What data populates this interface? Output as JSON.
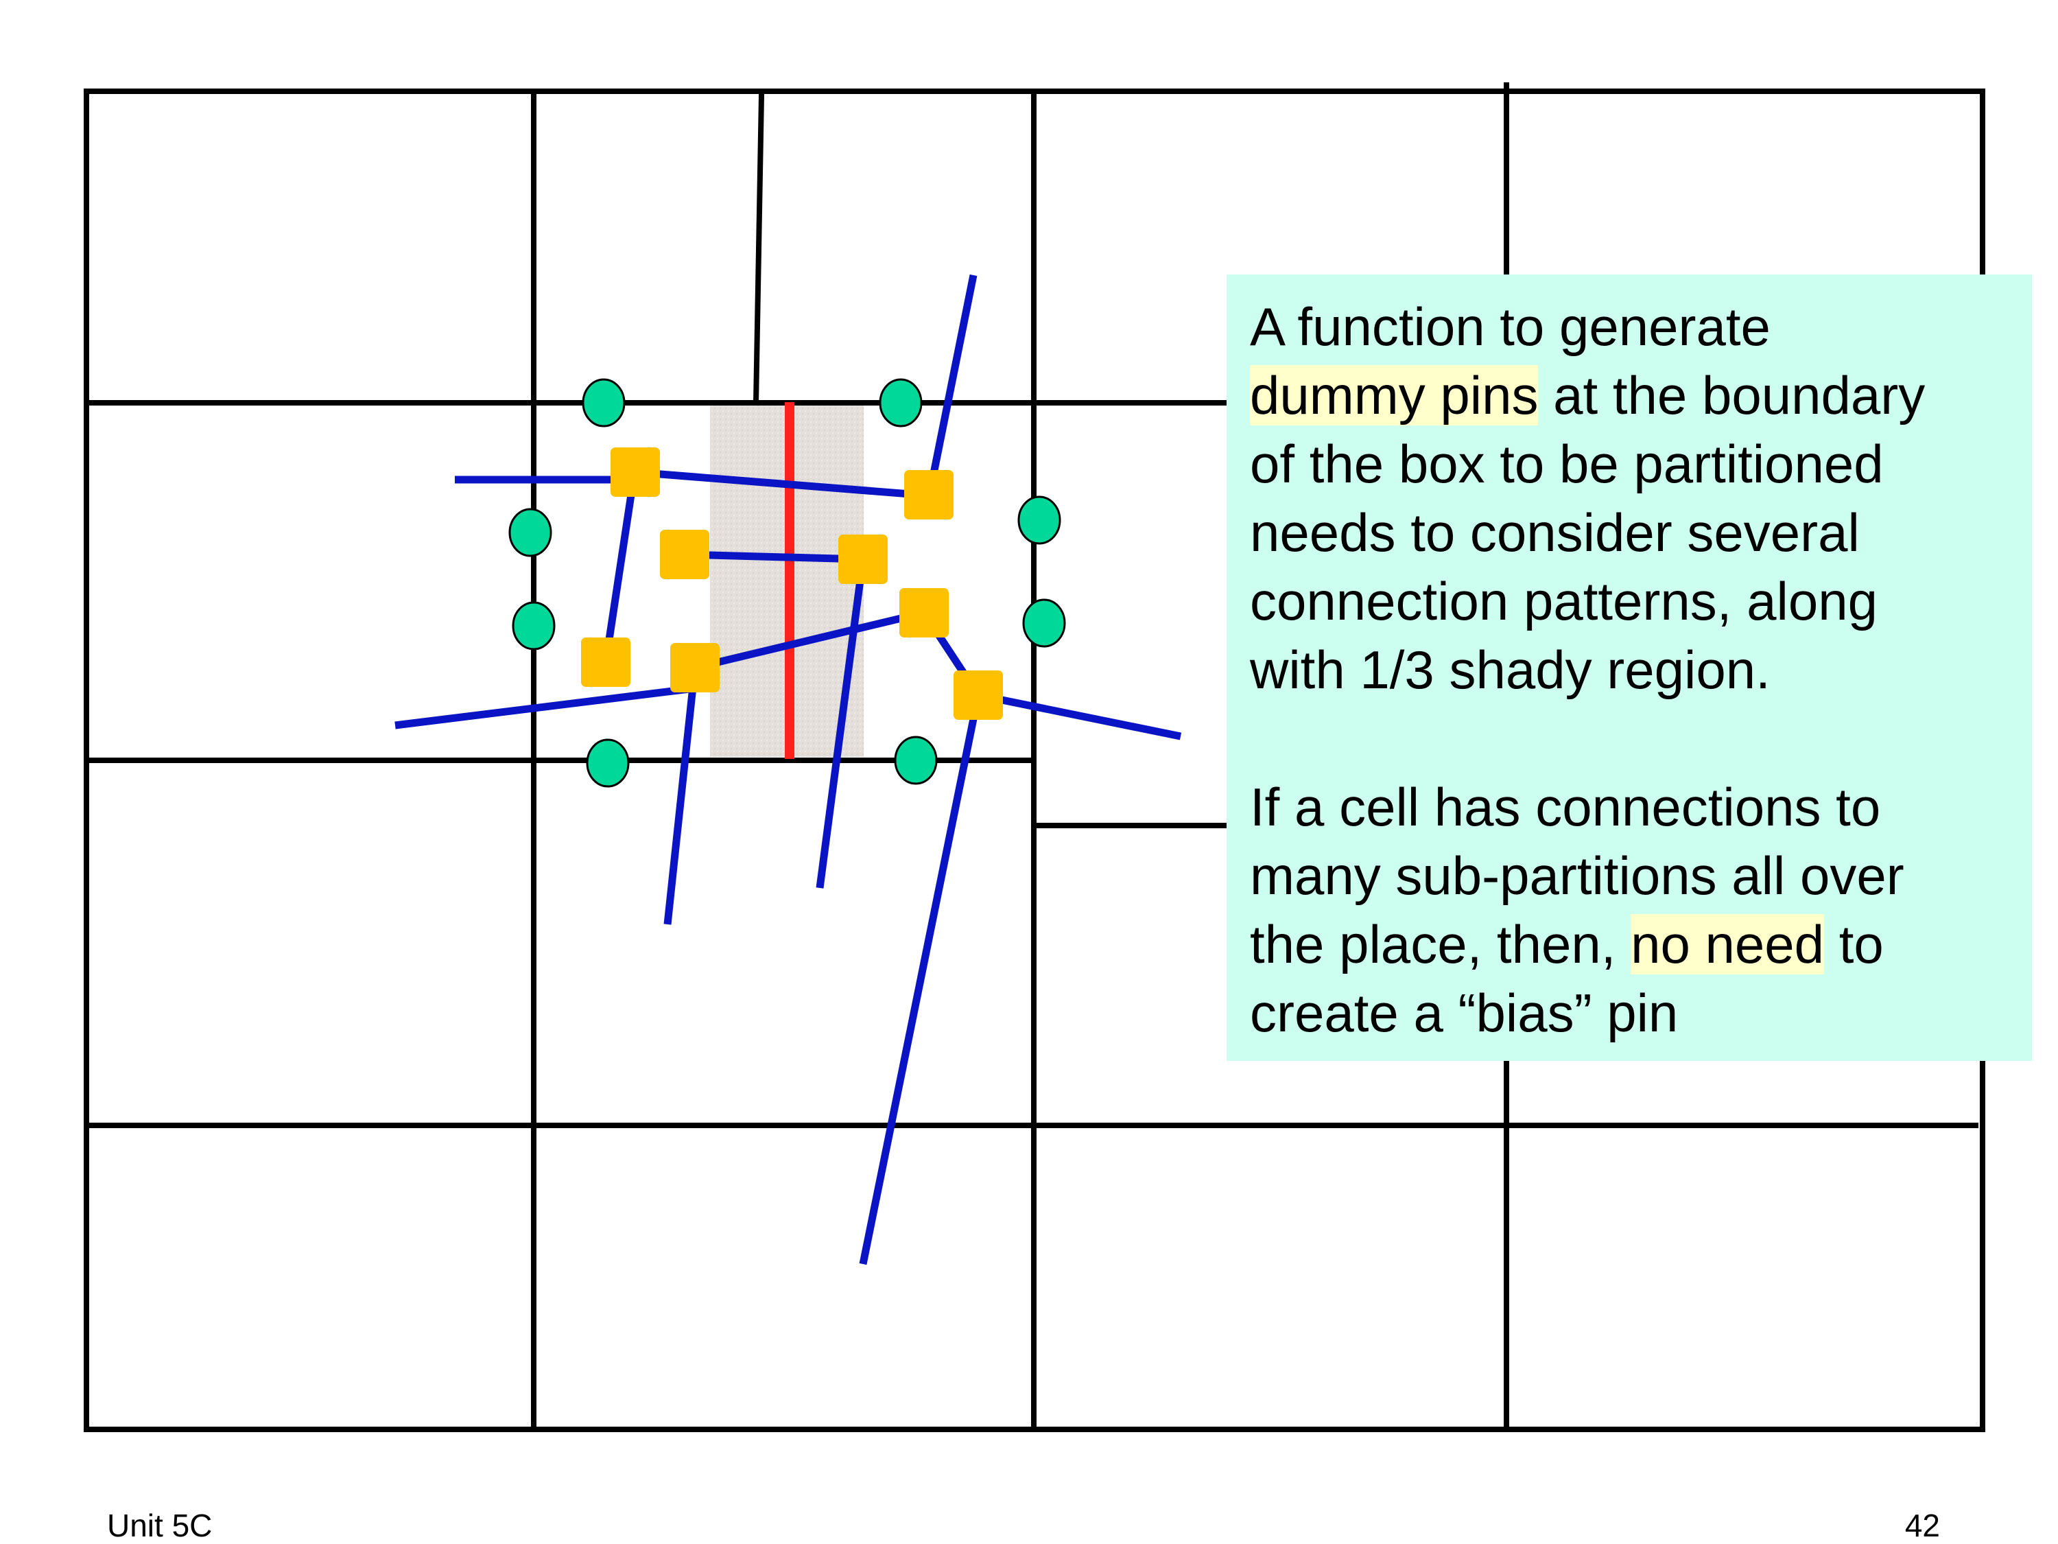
{
  "callout": {
    "para1": {
      "line1": "A function to generate",
      "highlight": "dummy pins",
      "line2_rest": " at the boundary",
      "line3": "of the box to be partitioned",
      "line4": "needs to consider several",
      "line5": "connection patterns, along",
      "line6": "with 1/3 shady region."
    },
    "para2": {
      "line1": "If a cell has connections to",
      "line2": "many sub-partitions all over",
      "line3_pre": "the place, then, ",
      "highlight": "no need",
      "line3_post": " to",
      "line4": "create a “bias” pin"
    }
  },
  "footer": {
    "unit": "Unit 5C",
    "page": "42"
  },
  "colors": {
    "net": "#0a14c4",
    "cell": "#ffc000",
    "dummy_pin": "#00d89a",
    "cut_line": "#ff2020",
    "shady_region": "#e4dfdb",
    "callout_bg": "#ccfff0",
    "highlight": "#ffffcc"
  }
}
